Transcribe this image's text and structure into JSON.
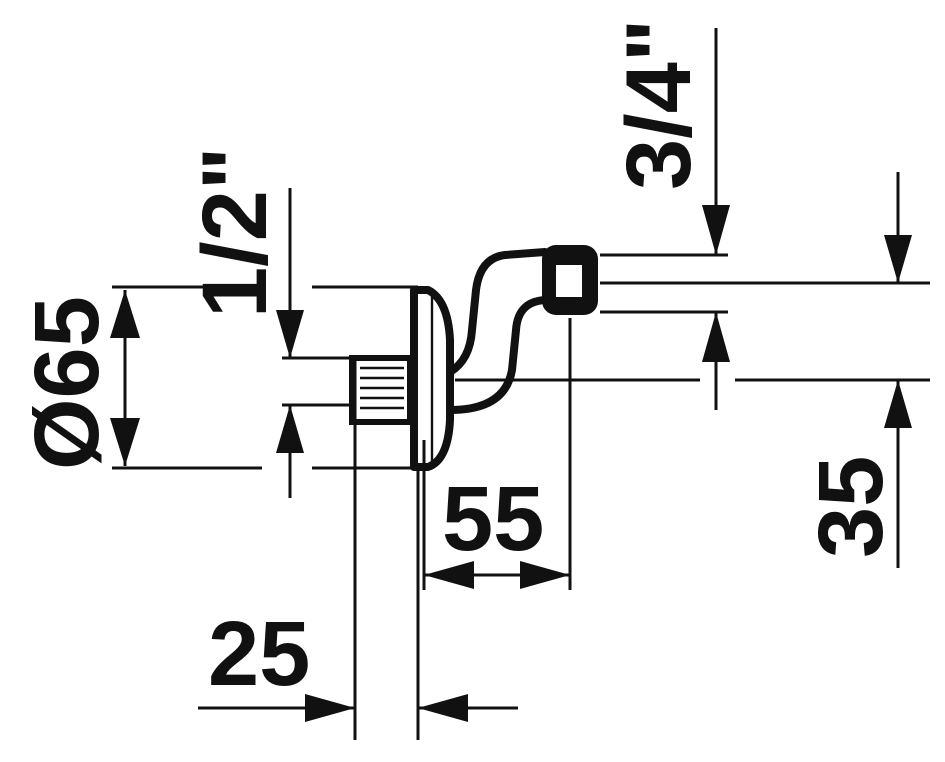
{
  "diagram": {
    "labels": {
      "diameter": "Ø65",
      "thread_small": "1/2\"",
      "thread_large": "3/4\"",
      "offset": "35",
      "projection": "55",
      "depth": "25"
    },
    "colors": {
      "line": "#111111",
      "background": "#ffffff"
    }
  }
}
